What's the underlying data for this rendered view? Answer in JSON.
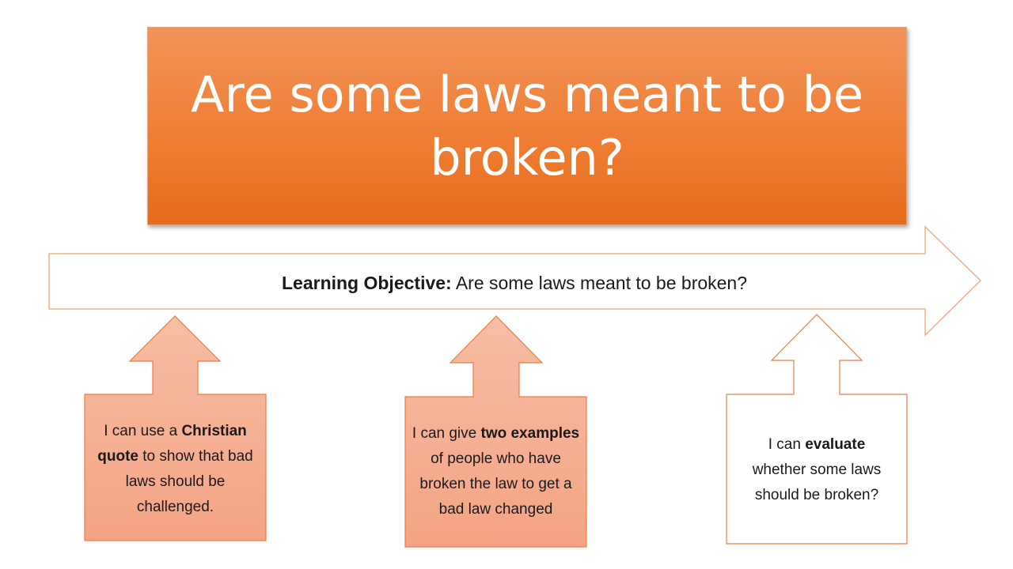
{
  "slide": {
    "title": "Are some laws meant to be broken?",
    "objective": {
      "label": "Learning Objective:",
      "text": " Are some laws meant to be broken?"
    },
    "cards": [
      {
        "parts": [
          "I can use a ",
          "Christian quote",
          " to show that bad laws should be challenged."
        ],
        "style": "filled"
      },
      {
        "parts": [
          "I can give ",
          "two examples",
          " of people who have broken the law to get a bad law changed"
        ],
        "style": "filled"
      },
      {
        "parts": [
          "I can ",
          "evaluate",
          " whether some laws should be broken?"
        ],
        "style": "outline"
      }
    ],
    "colors": {
      "accent": "#ef7e34",
      "card_fill": "#f6ad8e",
      "card_border": "#ea7d45"
    }
  }
}
